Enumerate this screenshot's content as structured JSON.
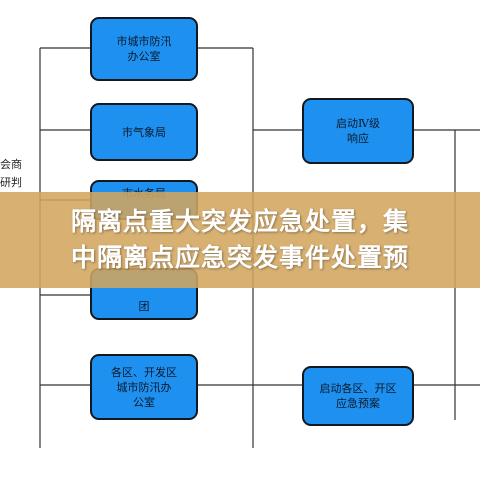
{
  "diagram": {
    "left_label": "会商\n研判",
    "nodes": {
      "city_flood_office": "市城市防汛\n办公室",
      "meteorology_bureau": "市气象局",
      "water_bureau": "市水务局",
      "hidden_node_tail": "团",
      "district_flood_office": "各区、开发区\n城市防汛办\n公室",
      "level4_response": "启动Ⅳ级\n响应",
      "district_plan": "启动各区、开区\n应急预案"
    }
  },
  "banner": {
    "line1": "隔离点重大突发应急处置，集",
    "line2": "中隔离点应急突发事件处置预"
  },
  "colors": {
    "node_fill": "#1e90f0",
    "node_border": "#101820",
    "banner": "#d2a55f"
  }
}
